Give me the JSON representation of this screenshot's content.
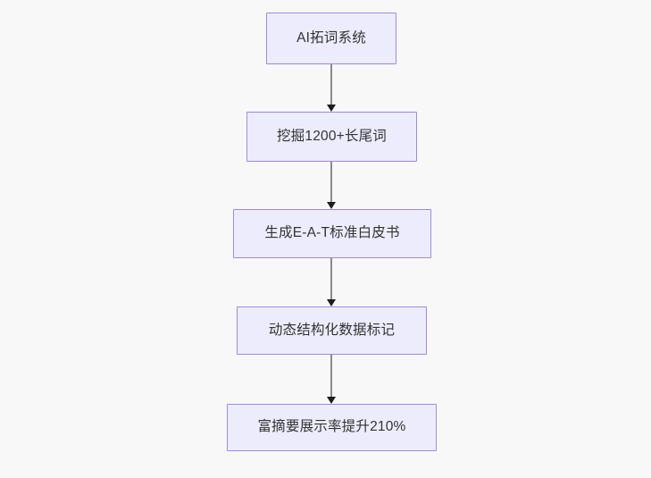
{
  "diagram": {
    "type": "flowchart",
    "direction": "top-down",
    "background_color": "#f8f8f9",
    "node_fill_color": "#ececfd",
    "node_border_color": "#a388e0",
    "node_text_color": "#333333",
    "edge_line_color": "#8a8a8a",
    "edge_arrow_color": "#1d1d1d",
    "nodes": [
      {
        "id": "n1",
        "label": "AI拓词系统"
      },
      {
        "id": "n2",
        "label": "挖掘1200+长尾词"
      },
      {
        "id": "n3",
        "label": "生成E-A-T标准白皮书"
      },
      {
        "id": "n4",
        "label": "动态结构化数据标记"
      },
      {
        "id": "n5",
        "label": "富摘要展示率提升210%"
      }
    ],
    "edges": [
      {
        "from": "n1",
        "to": "n2",
        "label": ""
      },
      {
        "from": "n2",
        "to": "n3",
        "label": ""
      },
      {
        "from": "n3",
        "to": "n4",
        "label": ""
      },
      {
        "from": "n4",
        "to": "n5",
        "label": ""
      }
    ]
  }
}
